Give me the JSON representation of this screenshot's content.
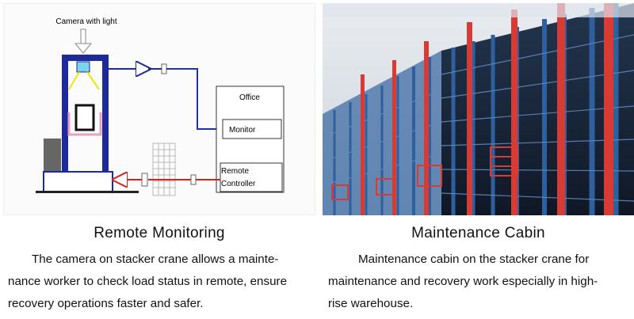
{
  "diagram": {
    "camera_label": "Camera with light",
    "office_label": "Office",
    "monitor_label": "Monitor",
    "remote_label_line1": "Remote",
    "remote_label_line2": "Controller",
    "colors": {
      "frame": "#1f2a9a",
      "signal": "#2233aa",
      "control": "#d32020",
      "light": "#f2e600",
      "camera": "#7ad3ef",
      "cabin": "#e8a0c0"
    }
  },
  "photo": {
    "colors": {
      "rack_blue": "#2f5f9c",
      "rack_red": "#d83a34",
      "ceiling": "#e9ecef"
    }
  },
  "sections": [
    {
      "title": "Remote Monitoring",
      "lines": [
        "The camera on stacker crane allows a mainte-",
        "nance worker to check load status in remote, ensure",
        "recovery operations faster and safer."
      ]
    },
    {
      "title": "Maintenance Cabin",
      "lines": [
        "Maintenance cabin on the stacker crane for",
        "maintenance and recovery work especially in high-",
        "rise warehouse."
      ]
    }
  ]
}
